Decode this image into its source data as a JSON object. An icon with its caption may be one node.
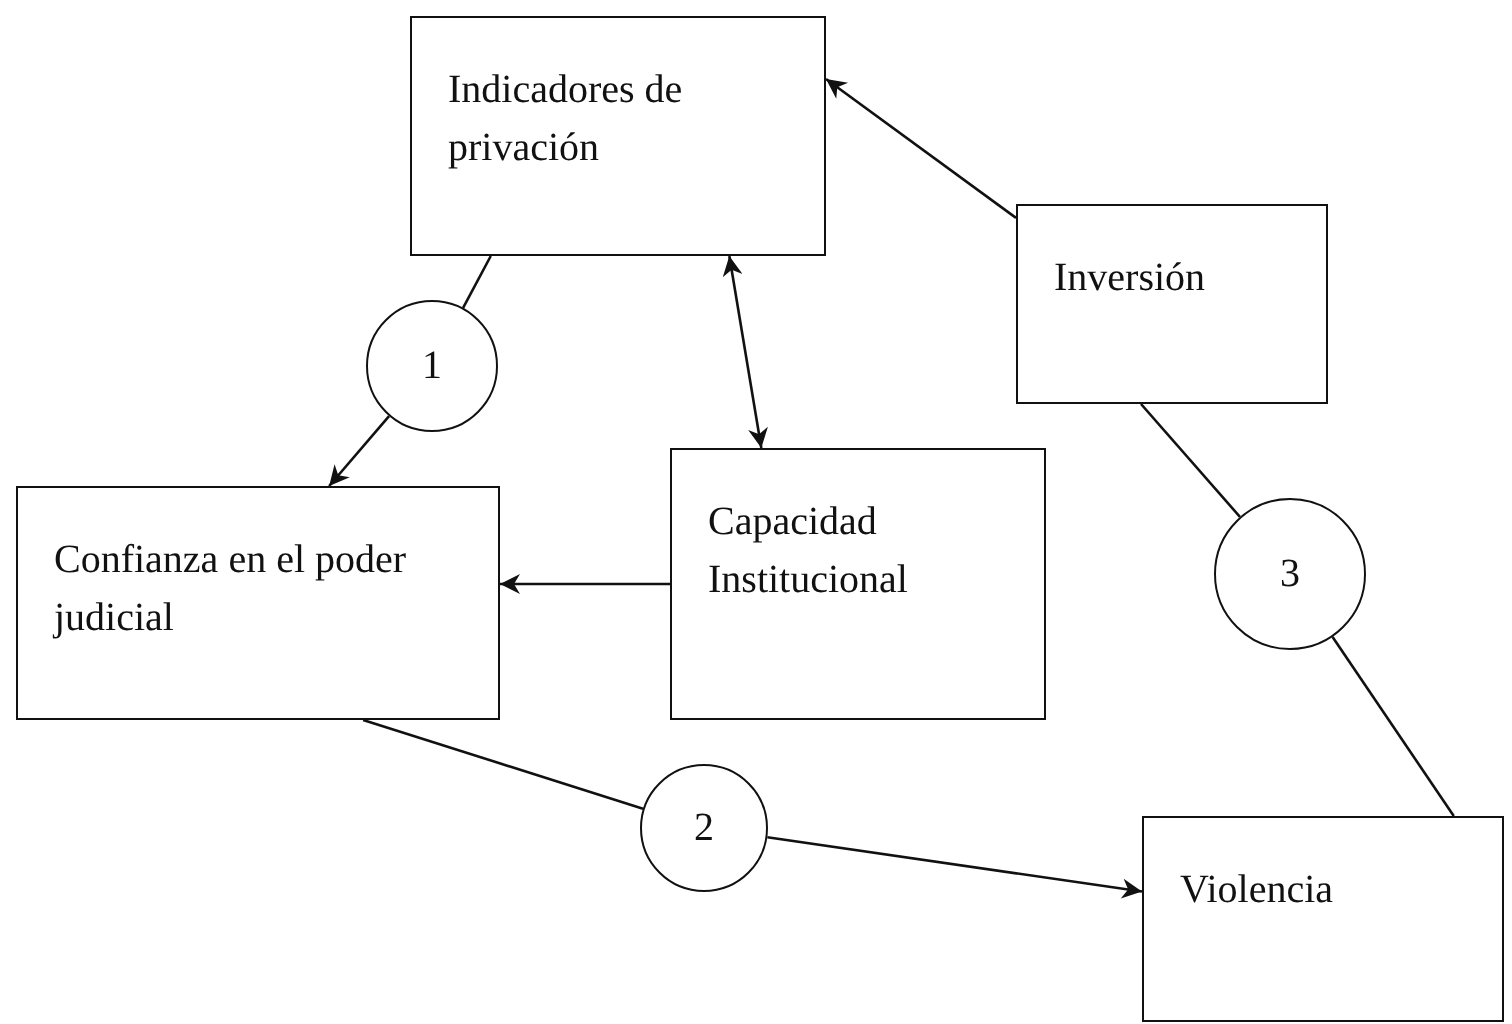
{
  "diagram": {
    "nodes": [
      {
        "text": [
          "Indicadores de privación"
        ]
      },
      {
        "text": [
          "Inversión"
        ]
      },
      {
        "text": [
          "Confianza en el poder judicial"
        ]
      },
      {
        "text": [
          "Capacidad Institucional"
        ]
      },
      {
        "text": [
          "Violencia"
        ]
      },
      {
        "text": [
          "1"
        ]
      },
      {
        "text": [
          "2"
        ]
      },
      {
        "text": [
          "3"
        ]
      }
    ],
    "edges": [
      {
        "from": 0,
        "to": 5,
        "arrow": "none"
      },
      {
        "from": 5,
        "to": 2,
        "arrow": "to"
      },
      {
        "from": 2,
        "to": 6,
        "arrow": "none"
      },
      {
        "from": 6,
        "to": 4,
        "arrow": "to"
      },
      {
        "from": 4,
        "to": 7,
        "arrow": "none"
      },
      {
        "from": 7,
        "to": 1,
        "arrow": "none"
      },
      {
        "from": 1,
        "to": 0,
        "arrow": "to"
      },
      {
        "from": 0,
        "to": 3,
        "arrow": "both"
      },
      {
        "from": 3,
        "to": 2,
        "arrow": "to"
      }
    ]
  }
}
